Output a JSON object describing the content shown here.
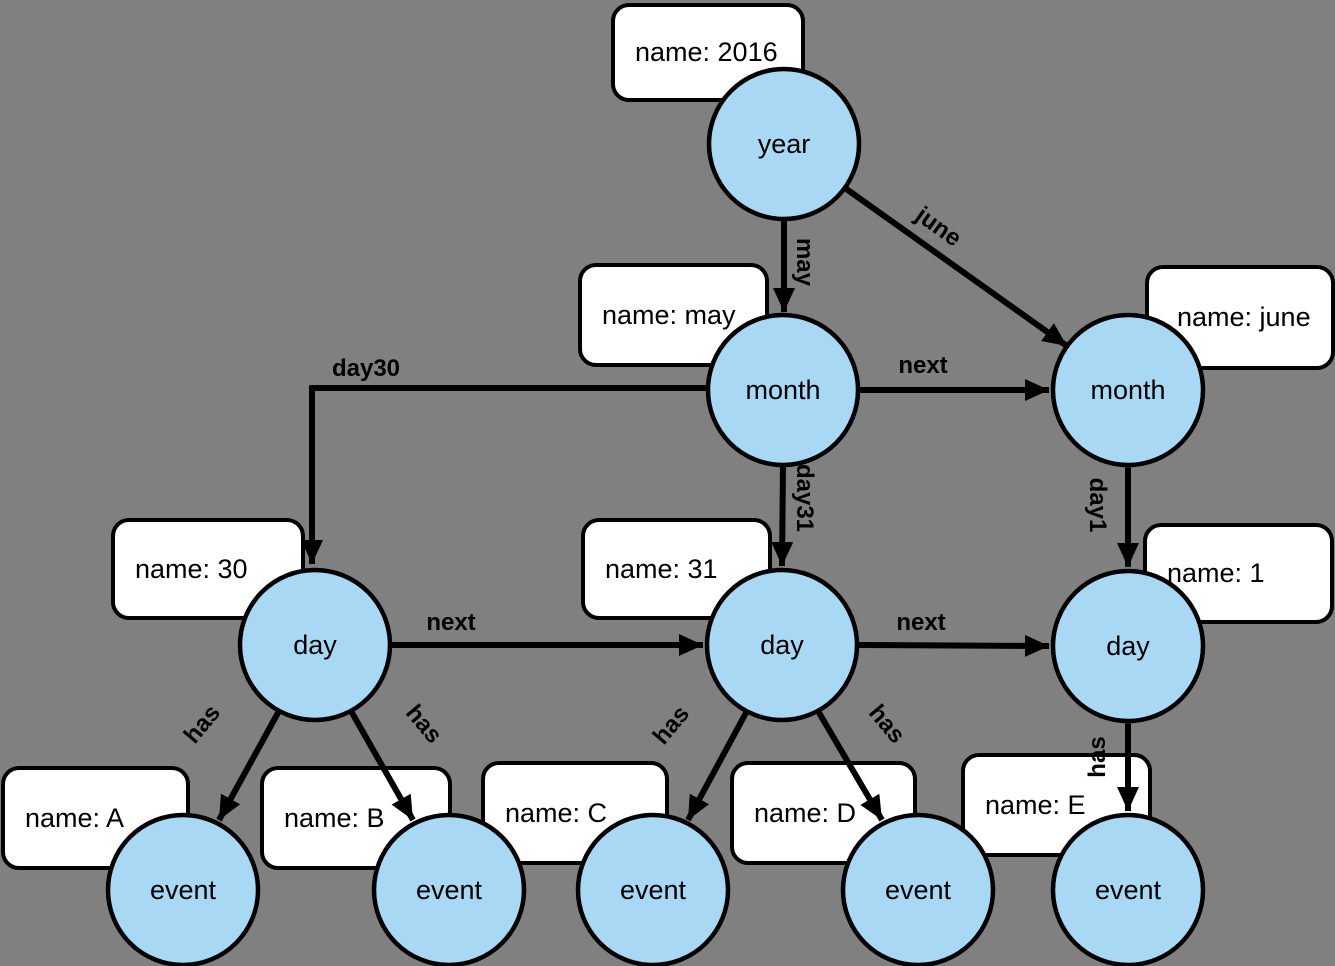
{
  "colors": {
    "background": "#808080",
    "node_fill": "#A9D8F5",
    "node_stroke": "#000000",
    "box_fill": "#FFFFFF",
    "edge_color": "#000000",
    "text_color": "#000000"
  },
  "nodes": [
    {
      "id": "year",
      "label": "year"
    },
    {
      "id": "month-may",
      "label": "month"
    },
    {
      "id": "month-june",
      "label": "month"
    },
    {
      "id": "day-30",
      "label": "day"
    },
    {
      "id": "day-31",
      "label": "day"
    },
    {
      "id": "day-1",
      "label": "day"
    },
    {
      "id": "event-a",
      "label": "event"
    },
    {
      "id": "event-b",
      "label": "event"
    },
    {
      "id": "event-c",
      "label": "event"
    },
    {
      "id": "event-d",
      "label": "event"
    },
    {
      "id": "event-e",
      "label": "event"
    }
  ],
  "boxes": [
    {
      "id": "year-name",
      "text": "name: 2016"
    },
    {
      "id": "may-name",
      "text": "name: may"
    },
    {
      "id": "june-name",
      "text": "name: june"
    },
    {
      "id": "day30-name",
      "text": "name: 30"
    },
    {
      "id": "day31-name",
      "text": "name: 31"
    },
    {
      "id": "day1-name",
      "text": "name: 1"
    },
    {
      "id": "eventA-name",
      "text": "name: A"
    },
    {
      "id": "eventB-name",
      "text": "name: B"
    },
    {
      "id": "eventC-name",
      "text": "name: C"
    },
    {
      "id": "eventD-name",
      "text": "name: D"
    },
    {
      "id": "eventE-name",
      "text": "name: E"
    }
  ],
  "edges": [
    {
      "id": "year-to-month-may",
      "label": "may"
    },
    {
      "id": "year-to-month-june",
      "label": "june"
    },
    {
      "id": "month-may-to-june",
      "label": "next"
    },
    {
      "id": "month-may-to-day30",
      "label": "day30"
    },
    {
      "id": "month-may-to-day31",
      "label": "day31"
    },
    {
      "id": "month-june-to-day1",
      "label": "day1"
    },
    {
      "id": "day30-to-day31",
      "label": "next"
    },
    {
      "id": "day31-to-day1",
      "label": "next"
    },
    {
      "id": "day30-to-eventA",
      "label": "has"
    },
    {
      "id": "day30-to-eventB",
      "label": "has"
    },
    {
      "id": "day31-to-eventC",
      "label": "has"
    },
    {
      "id": "day31-to-eventD",
      "label": "has"
    },
    {
      "id": "day1-to-eventE",
      "label": "has"
    }
  ]
}
